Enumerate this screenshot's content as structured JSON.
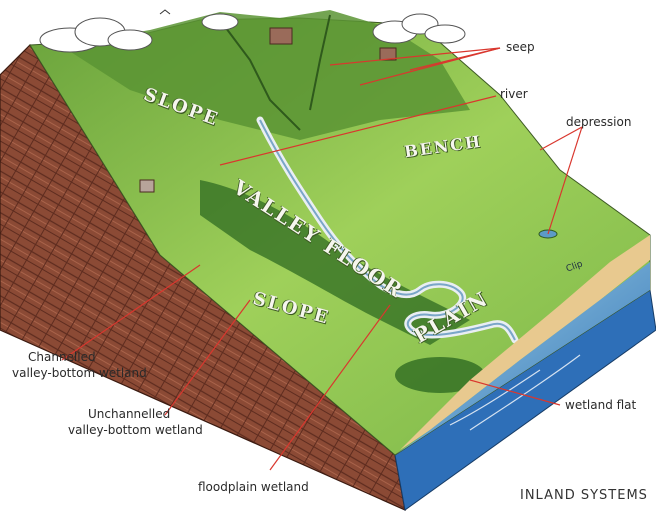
{
  "terrain_labels": {
    "slope_upper": "SLOPE",
    "bench": "BENCH",
    "valley_floor": "VALLEY FLOOR",
    "slope_lower": "SLOPE",
    "plain": "PLAIN"
  },
  "callouts": {
    "seep": "seep",
    "river": "river",
    "depression": "depression",
    "channelled_line1": "Channelled",
    "channelled_line2": "valley-bottom wetland",
    "unchannelled_line1": "Unchannelled",
    "unchannelled_line2": "valley-bottom wetland",
    "floodplain": "floodplain wetland",
    "wetland_flat": "wetland flat"
  },
  "title": "INLAND SYSTEMS",
  "signature": "Clip",
  "colors": {
    "soil": "#8b4a35",
    "grass": "#8ec44e",
    "grass_dark": "#4f8a2c",
    "water": "#4e8fcf",
    "sand": "#e8c98f",
    "leader": "#d9372e"
  }
}
